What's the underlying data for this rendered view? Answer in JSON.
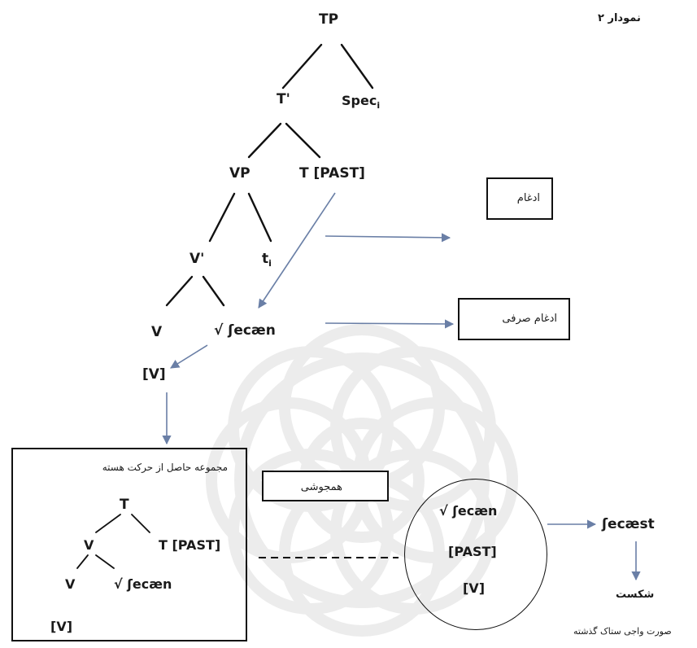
{
  "title": "نمودار ۲",
  "tree": {
    "tp": "TP",
    "t_bar": "T'",
    "spec": "Spec",
    "spec_sub": "i",
    "vp": "VP",
    "t_past": "T [PAST]",
    "v_bar": "V'",
    "trace": "t",
    "trace_sub": "i",
    "v": "V",
    "root": "√ ʃecæn",
    "v_feature": "[V]"
  },
  "boxes": {
    "merger": "ادغام",
    "morph_merger": "ادغام صرفی",
    "fusion": "همجوشی"
  },
  "complex": {
    "caption": "مجموعه حاصل از حرکت هسته",
    "t": "T",
    "v_upper": "V",
    "t_past": "T [PAST]",
    "v_lower": "V",
    "root": "√ ʃecæn",
    "v_feature": "[V]"
  },
  "fused": {
    "root": "√ ʃecæn",
    "past": "[PAST]",
    "v_feature": "[V]"
  },
  "output": {
    "form": "ʃecæst",
    "gloss": "شکست",
    "caption": "صورت واجی ستاک گذشته"
  },
  "colors": {
    "line": "#111111",
    "arrow": "#6a7fa6",
    "watermark": "#ededed"
  }
}
